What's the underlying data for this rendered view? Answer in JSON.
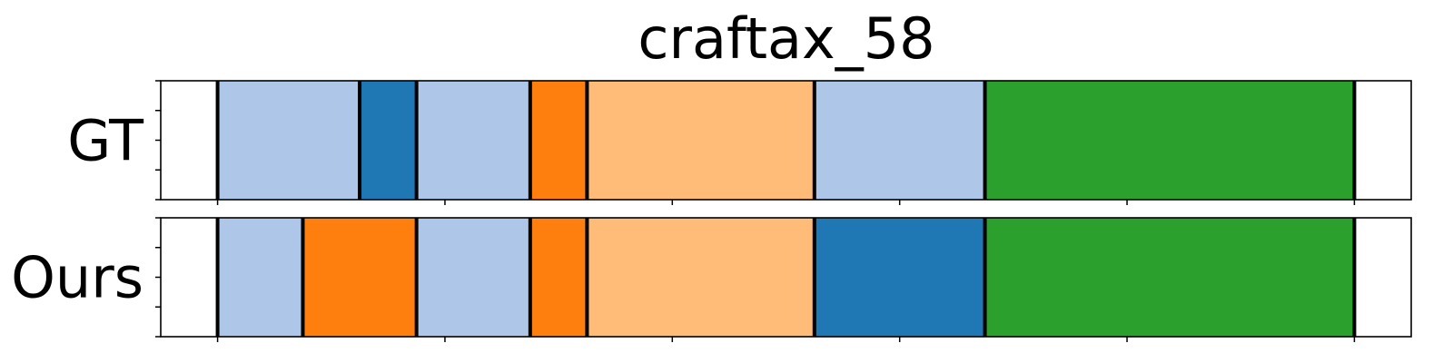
{
  "chart_data": {
    "type": "segmentation_timeline",
    "title": "craftax_58",
    "x_range": [
      -1,
      21
    ],
    "x_ticks": [
      0,
      4,
      8,
      12,
      16,
      20
    ],
    "colors": {
      "light_blue": "#aec7e8",
      "blue": "#1f77b4",
      "orange": "#ff7f0e",
      "light_orange": "#ffbb78",
      "green": "#2ca02c"
    },
    "rows": [
      {
        "label": "GT",
        "segments": [
          {
            "start": 0.0,
            "end": 2.5,
            "color": "light_blue"
          },
          {
            "start": 2.5,
            "end": 3.5,
            "color": "blue"
          },
          {
            "start": 3.5,
            "end": 5.5,
            "color": "light_blue"
          },
          {
            "start": 5.5,
            "end": 6.5,
            "color": "orange"
          },
          {
            "start": 6.5,
            "end": 10.5,
            "color": "light_orange"
          },
          {
            "start": 10.5,
            "end": 13.5,
            "color": "light_blue"
          },
          {
            "start": 13.5,
            "end": 20.0,
            "color": "green"
          }
        ]
      },
      {
        "label": "Ours",
        "segments": [
          {
            "start": 0.0,
            "end": 1.5,
            "color": "light_blue"
          },
          {
            "start": 1.5,
            "end": 3.5,
            "color": "orange"
          },
          {
            "start": 3.5,
            "end": 5.5,
            "color": "light_blue"
          },
          {
            "start": 5.5,
            "end": 6.5,
            "color": "orange"
          },
          {
            "start": 6.5,
            "end": 10.5,
            "color": "light_orange"
          },
          {
            "start": 10.5,
            "end": 13.5,
            "color": "blue"
          },
          {
            "start": 13.5,
            "end": 20.0,
            "color": "green"
          }
        ]
      }
    ]
  }
}
